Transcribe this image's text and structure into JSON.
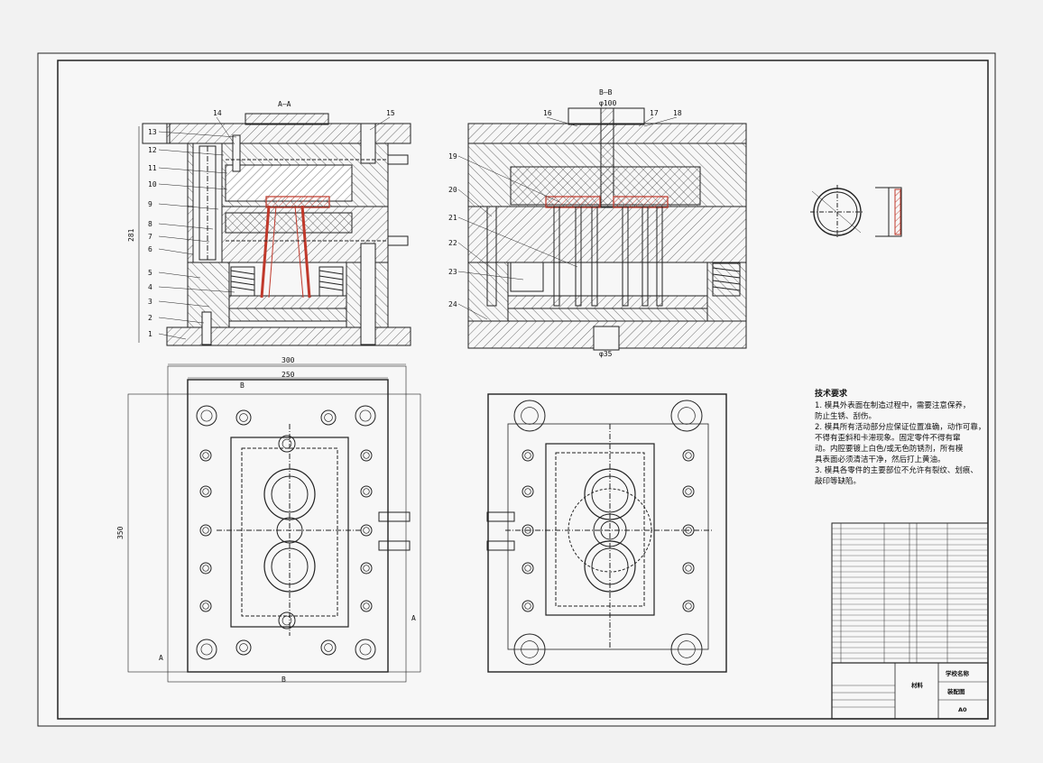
{
  "drawing": {
    "section_aa": "A—A",
    "section_bb": "B—B",
    "left_callouts": [
      "13",
      "12",
      "11",
      "10",
      "9",
      "8",
      "7",
      "6",
      "5",
      "4",
      "3",
      "2",
      "1"
    ],
    "top_left_callouts": [
      "14",
      "15"
    ],
    "top_right_callouts": [
      "16",
      "17",
      "18"
    ],
    "right_callouts": [
      "19",
      "20",
      "21",
      "22",
      "23",
      "24"
    ],
    "dim_height_aa": "281",
    "dim_top_bb": "φ100",
    "dim_bottom_bb": "φ35",
    "dim_width_outer": "300",
    "dim_width_inner": "250",
    "dim_height_plan": "350",
    "view_mark_a": "A",
    "view_mark_b": "B"
  },
  "notes": {
    "heading": "技术要求",
    "lines": [
      "1. 模具外表面在制造过程中，需要注意保养，",
      "防止生锈、刮伤。",
      "2. 模具所有活动部分应保证位置准确，动作可靠，",
      "不得有歪斜和卡滞现象。固定零件不得有窜",
      "动。内腔要镀上白色/或无色防锈剂，所有模",
      "具表面必须清洁干净，然后打上黄油。",
      "3. 模具各零件的主要部位不允许有裂纹、划痕、",
      "敲印等缺陷。"
    ]
  },
  "title_block": {
    "design_name": "材料",
    "school": "学校名称",
    "drawing_name": "装配图",
    "sheet": "A0"
  }
}
